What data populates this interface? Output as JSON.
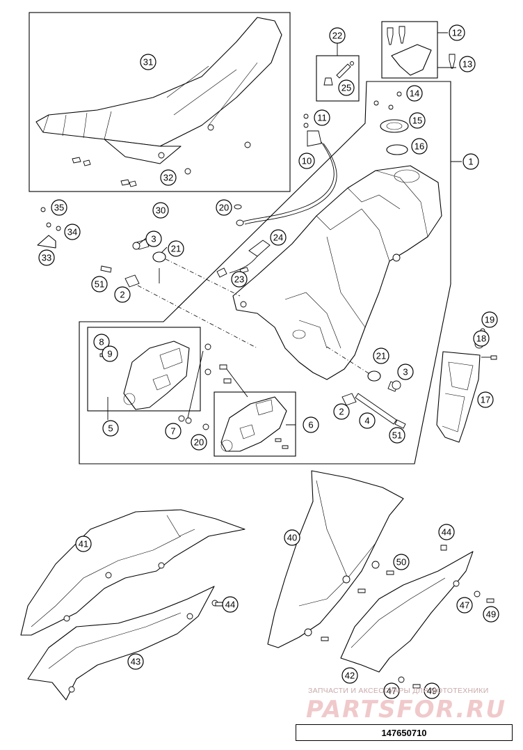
{
  "diagram_code": "147650710",
  "watermark": {
    "caption": "ЗАПЧАСТИ И АКСЕССУАРЫ ДЛЯ МОТОТЕХНИКИ",
    "brand": "PARTSFOR.RU"
  },
  "callouts": [
    "1",
    "2",
    "3",
    "4",
    "5",
    "6",
    "7",
    "8",
    "9",
    "10",
    "11",
    "12",
    "13",
    "14",
    "15",
    "16",
    "17",
    "18",
    "19",
    "20",
    "21",
    "22",
    "23",
    "24",
    "25",
    "30",
    "31",
    "32",
    "33",
    "34",
    "35",
    "40",
    "41",
    "42",
    "43",
    "44",
    "47",
    "49",
    "50",
    "51"
  ],
  "colors": {
    "line": "#000000",
    "watermark": "#e8b4b8"
  }
}
